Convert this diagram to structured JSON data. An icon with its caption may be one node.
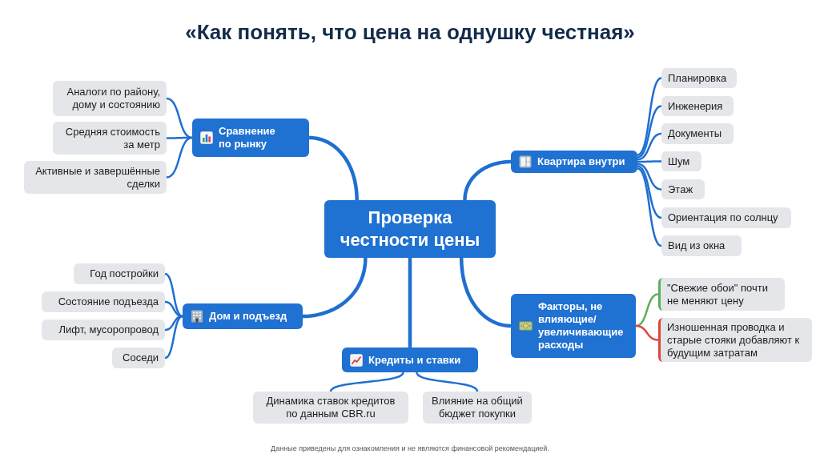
{
  "diagram": {
    "title": "«Как понять, что цена на однушку честная»",
    "caption": "Данные приведены для ознакомления и не являются финансовой рекомендацией.",
    "nodes": [
      {
        "text": [
          "Проверка честности цены"
        ]
      },
      {
        "text": [
          "Сравнение по рынку"
        ]
      },
      {
        "text": [
          "Аналоги по району, дому и состоянию"
        ]
      },
      {
        "text": [
          "Средняя стоимость за метр"
        ]
      },
      {
        "text": [
          "Активные и завершённые сделки"
        ]
      },
      {
        "text": [
          "Квартира внутри"
        ]
      },
      {
        "text": [
          "Планировка"
        ]
      },
      {
        "text": [
          "Инженерия"
        ]
      },
      {
        "text": [
          "Документы"
        ]
      },
      {
        "text": [
          "Шум"
        ]
      },
      {
        "text": [
          "Этаж"
        ]
      },
      {
        "text": [
          "Ориентация по солнцу"
        ]
      },
      {
        "text": [
          "Вид из окна"
        ]
      },
      {
        "text": [
          "Дом и подъезд"
        ]
      },
      {
        "text": [
          "Год постройки"
        ]
      },
      {
        "text": [
          "Состояние подъезда"
        ]
      },
      {
        "text": [
          "Лифт, мусоропровод"
        ]
      },
      {
        "text": [
          "Соседи"
        ]
      },
      {
        "text": [
          "Кредиты и ставки"
        ]
      },
      {
        "text": [
          "Динамика ставок кредитов по данным CBR.ru"
        ]
      },
      {
        "text": [
          "Влияние на общий бюджет покупки"
        ]
      },
      {
        "text": [
          "Факторы, не влияющие/ увеличивающие расходы"
        ]
      },
      {
        "text": [
          "\"Свежие обои\" почти не меняют цену"
        ]
      },
      {
        "text": [
          "Изношенная проводка и старые стояки добавляют к будущим затратам"
        ]
      }
    ],
    "edges": [
      {
        "from": 0,
        "to": 1,
        "arrow": "none",
        "style": "thick"
      },
      {
        "from": 1,
        "to": 2,
        "arrow": "none"
      },
      {
        "from": 1,
        "to": 3,
        "arrow": "none"
      },
      {
        "from": 1,
        "to": 4,
        "arrow": "none"
      },
      {
        "from": 0,
        "to": 5,
        "arrow": "none",
        "style": "thick"
      },
      {
        "from": 5,
        "to": 6,
        "arrow": "none"
      },
      {
        "from": 5,
        "to": 7,
        "arrow": "none"
      },
      {
        "from": 5,
        "to": 8,
        "arrow": "none"
      },
      {
        "from": 5,
        "to": 9,
        "arrow": "none"
      },
      {
        "from": 5,
        "to": 10,
        "arrow": "none"
      },
      {
        "from": 5,
        "to": 11,
        "arrow": "none"
      },
      {
        "from": 5,
        "to": 12,
        "arrow": "none"
      },
      {
        "from": 0,
        "to": 13,
        "arrow": "none",
        "style": "thick"
      },
      {
        "from": 13,
        "to": 14,
        "arrow": "none"
      },
      {
        "from": 13,
        "to": 15,
        "arrow": "none"
      },
      {
        "from": 13,
        "to": 16,
        "arrow": "none"
      },
      {
        "from": 13,
        "to": 17,
        "arrow": "none"
      },
      {
        "from": 0,
        "to": 18,
        "arrow": "none",
        "style": "thick"
      },
      {
        "from": 18,
        "to": 19,
        "arrow": "none"
      },
      {
        "from": 18,
        "to": 20,
        "arrow": "none"
      },
      {
        "from": 0,
        "to": 21,
        "arrow": "none",
        "style": "thick"
      },
      {
        "from": 21,
        "to": 22,
        "arrow": "none",
        "color": "#5cae5c"
      },
      {
        "from": 21,
        "to": 23,
        "arrow": "none",
        "color": "#e0443a"
      }
    ]
  }
}
